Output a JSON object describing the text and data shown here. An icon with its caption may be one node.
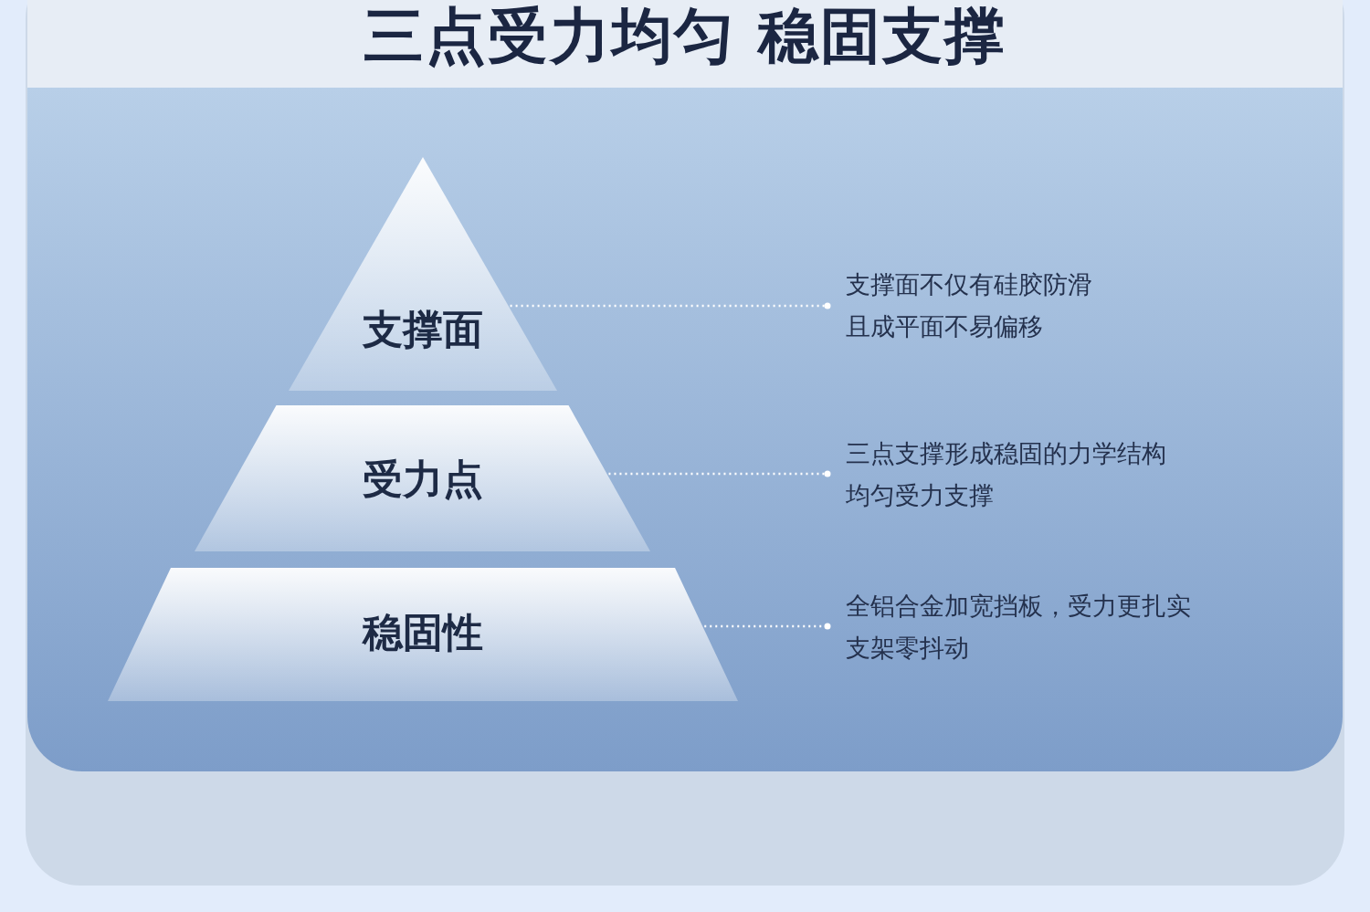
{
  "diagram": {
    "title": "三点受力均匀 稳固支撑",
    "nodes": [
      {
        "text": [
          "支撑面"
        ]
      },
      {
        "text": [
          "受力点"
        ]
      },
      {
        "text": [
          "稳固性"
        ]
      },
      {
        "text": [
          "支撑面不仅有硅胶防滑且成平面不易偏移"
        ]
      },
      {
        "text": [
          "三点支撑形成稳固的力学结构均匀受力支撑"
        ]
      },
      {
        "text": [
          "全铝合金加宽挡板，受力更扎实支架零抖动"
        ]
      }
    ],
    "edges": [
      {
        "from": 0,
        "to": 3,
        "arrow": "other",
        "style": "dashed"
      },
      {
        "from": 1,
        "to": 4,
        "arrow": "other",
        "style": "dashed"
      },
      {
        "from": 2,
        "to": 5,
        "arrow": "other",
        "style": "dashed"
      }
    ]
  }
}
